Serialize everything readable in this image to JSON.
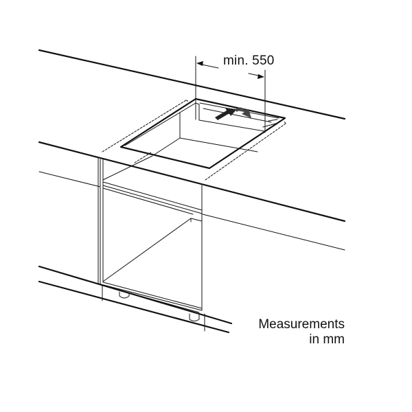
{
  "diagram": {
    "type": "installation-drawing",
    "subject": "Built-in cooktop cutout in worktop above base cabinet",
    "dimension": {
      "label": "min. 550",
      "value": 550,
      "qualifier": "min."
    },
    "caption": {
      "line1": "Measurements",
      "line2": "in mm"
    },
    "colors": {
      "stroke": "#111111",
      "background": "#ffffff",
      "arrow": "#222222"
    }
  }
}
